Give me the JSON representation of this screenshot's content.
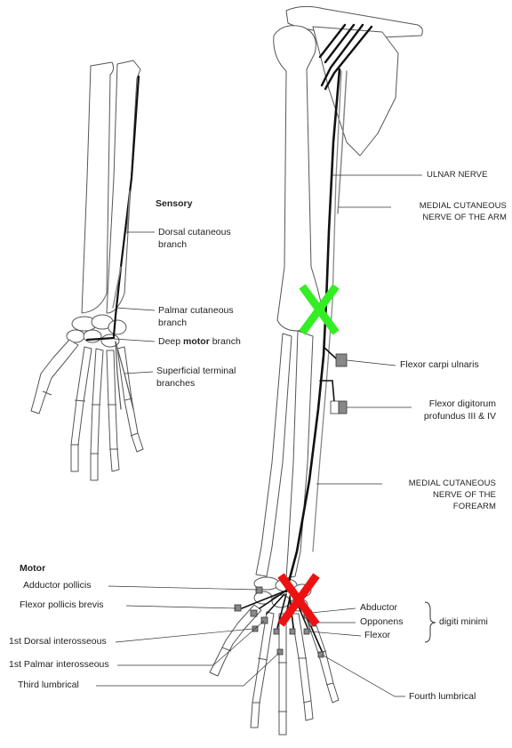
{
  "sensory": {
    "heading": "Sensory",
    "dorsal_1": "Dorsal cutaneous",
    "dorsal_2": "branch",
    "palmar_1": "Palmar cutaneous",
    "palmar_2": "branch",
    "deep_a": "Deep ",
    "deep_b": "motor",
    "deep_c": " branch",
    "superficial_1": "Superficial terminal",
    "superficial_2": "branches"
  },
  "arm": {
    "ulnar_nerve": "ULNAR NERVE",
    "mcn_arm_1": "MEDIAL CUTANEOUS",
    "mcn_arm_2": "NERVE OF THE ARM",
    "fcu": "Flexor carpi ulnaris",
    "fdp_1": "Flexor digitorum",
    "fdp_2": "profundus III & IV",
    "mcn_fa_1": "MEDIAL CUTANEOUS",
    "mcn_fa_2": "NERVE OF THE",
    "mcn_fa_3": "FOREARM"
  },
  "motor": {
    "heading": "Motor",
    "adductor_pollicis": "Adductor pollicis",
    "flexor_pollicis_brevis": "Flexor pollicis brevis",
    "first_dorsal": "1st Dorsal interosseous",
    "first_palmar": "1st Palmar interosseous",
    "third_lumbrical": "Third lumbrical",
    "abductor": "Abductor",
    "opponens": "Opponens",
    "flexor": "Flexor",
    "digiti_minimi": "digiti minimi",
    "fourth_lumbrical": "Fourth lumbrical"
  },
  "markers": {
    "elbow_color": "#33ee22",
    "wrist_color": "#ee1111"
  },
  "colors": {
    "bone_fill": "#ffffff",
    "bone_stroke": "#555555",
    "nerve": "#111111",
    "cutaneous_nerve": "#888888",
    "leader": "#333333"
  }
}
